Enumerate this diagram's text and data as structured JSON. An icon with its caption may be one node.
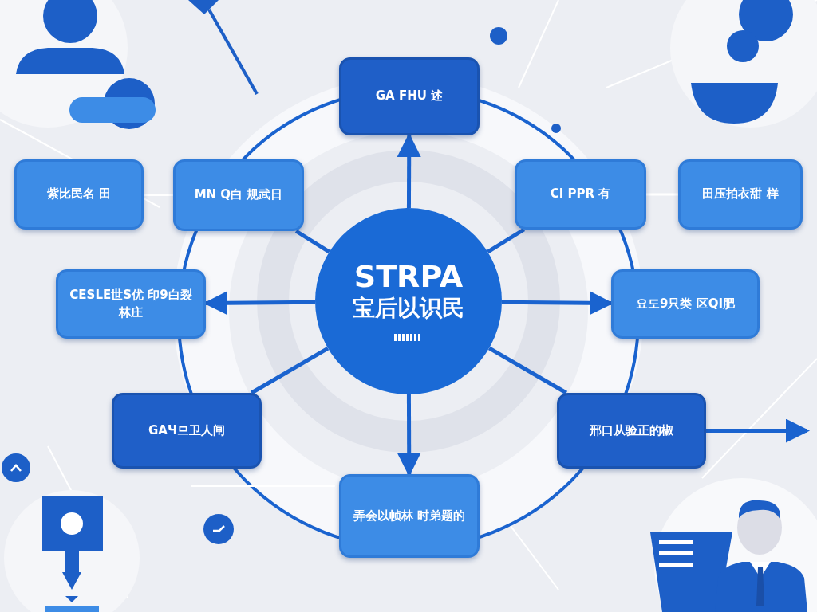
{
  "diagram": {
    "nodes": [
      {
        "text": [
          "STRPA",
          "宝后以识民"
        ]
      },
      {
        "text": [
          "GA FHU 述"
        ]
      },
      {
        "text": [
          "MN Q白 规武日"
        ]
      },
      {
        "text": [
          "紫比民名 田"
        ]
      },
      {
        "text": [
          "CI PPR 有"
        ]
      },
      {
        "text": [
          "田压拍衣甜 样"
        ]
      },
      {
        "text": [
          "CESLE世S优 印9白裂林庄"
        ]
      },
      {
        "text": [
          "요도9只类 区QI肥"
        ]
      },
      {
        "text": [
          "GAЧ므卫人闸"
        ]
      },
      {
        "text": [
          "邢口从验正的椒"
        ]
      },
      {
        "text": [
          "弄会以帧林 时弟题的"
        ]
      }
    ],
    "edges": [
      {
        "from": 0,
        "to": 1,
        "arrow": "to"
      },
      {
        "from": 0,
        "to": 6,
        "arrow": "to"
      },
      {
        "from": 0,
        "to": 7,
        "arrow": "to"
      },
      {
        "from": 0,
        "to": 10,
        "arrow": "to"
      },
      {
        "from": 0,
        "to": 2,
        "arrow": "none"
      },
      {
        "from": 0,
        "to": 4,
        "arrow": "none"
      },
      {
        "from": 0,
        "to": 8,
        "arrow": "none"
      },
      {
        "from": 0,
        "to": 9,
        "arrow": "none"
      },
      {
        "from": 3,
        "to": 2,
        "arrow": "none",
        "color": "#ffffff"
      },
      {
        "from": 4,
        "to": 5,
        "arrow": "none",
        "color": "#ffffff"
      },
      {
        "from": 9,
        "to": null,
        "arrow": "to"
      }
    ]
  }
}
